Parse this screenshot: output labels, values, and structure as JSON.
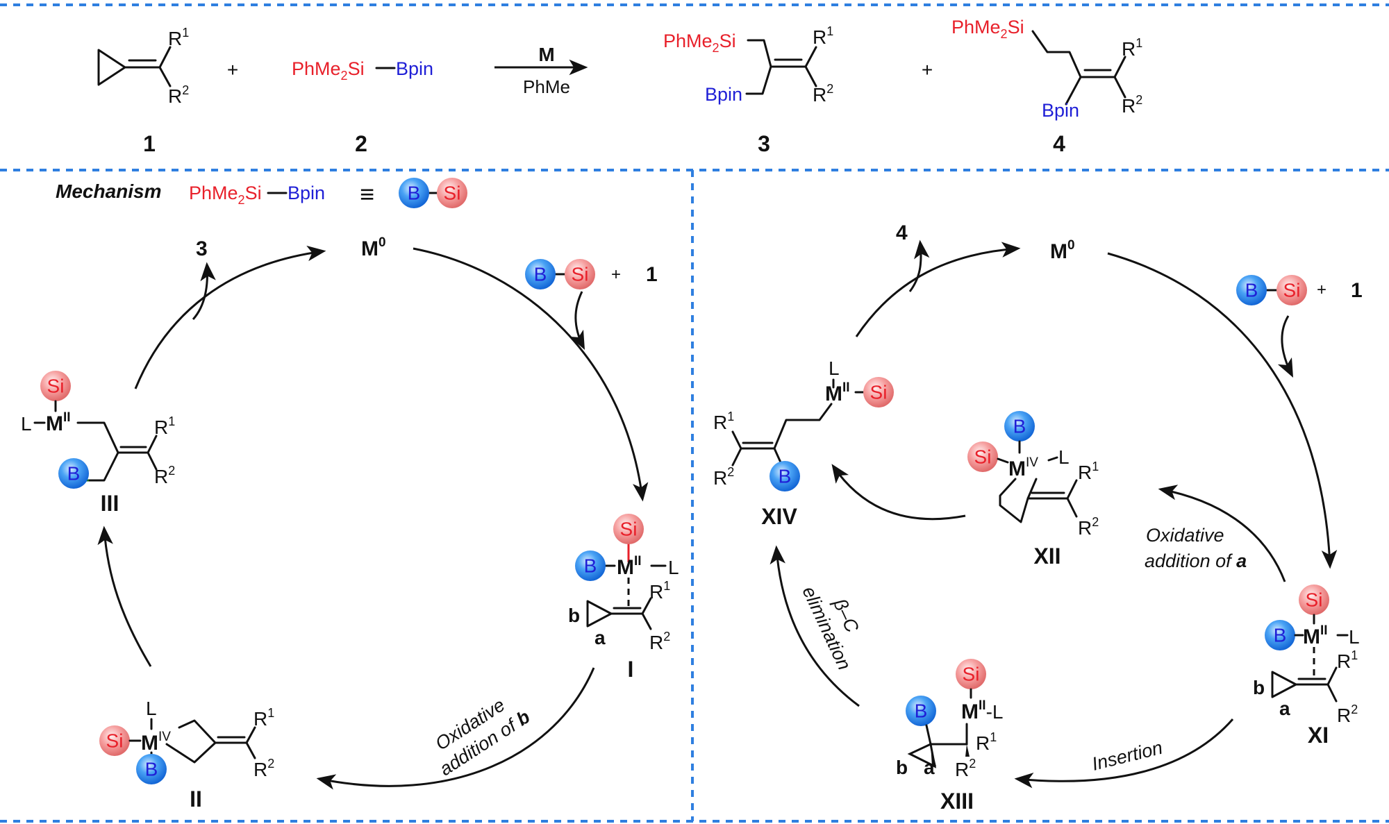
{
  "scheme": {
    "reactant_1": {
      "label": "1",
      "r1": "R",
      "r1_sup": "1",
      "r2": "R",
      "r2_sup": "2"
    },
    "plus_1": "+",
    "reagent_2": {
      "label": "2",
      "si_part": "PhMe",
      "si_sub": "2",
      "si_tail": "Si",
      "b_part": "Bpin"
    },
    "conditions": {
      "catalyst": "M",
      "solvent": "PhMe"
    },
    "product_3": {
      "label": "3",
      "si_part": "PhMe",
      "si_sub": "2",
      "si_tail": "Si",
      "b_part": "Bpin",
      "r1": "R",
      "r1_sup": "1",
      "r2": "R",
      "r2_sup": "2"
    },
    "plus_2": "+",
    "product_4": {
      "label": "4",
      "si_part": "PhMe",
      "si_sub": "2",
      "si_tail": "Si",
      "b_part": "Bpin",
      "r1": "R",
      "r1_sup": "1",
      "r2": "R",
      "r2_sup": "2"
    }
  },
  "legend": {
    "title": "Mechanism",
    "si_part": "PhMe",
    "si_sub": "2",
    "si_tail": "Si",
    "b_part": "Bpin",
    "equiv": "≡",
    "ball_b": "B",
    "ball_si": "Si"
  },
  "left_cycle": {
    "catalyst": {
      "m": "M",
      "sup": "0"
    },
    "product_out": "3",
    "reagent_in": {
      "ball_b": "B",
      "ball_si": "Si",
      "plus": "+",
      "substrate": "1"
    },
    "int_I": {
      "label": "I",
      "metal": "M",
      "ox": "II",
      "ligand": "L",
      "ball_b": "B",
      "ball_si": "Si",
      "bond_a": "a",
      "bond_b": "b",
      "r1": "R",
      "r1_sup": "1",
      "r2": "R",
      "r2_sup": "2"
    },
    "step_I_to_II": {
      "line1": "Oxidative",
      "line2": "addition of ",
      "bold": "b"
    },
    "int_II": {
      "label": "II",
      "metal": "M",
      "ox": "IV",
      "ligand": "L",
      "ball_b": "B",
      "ball_si": "Si",
      "r1": "R",
      "r1_sup": "1",
      "r2": "R",
      "r2_sup": "2"
    },
    "int_III": {
      "label": "III",
      "metal": "M",
      "ox": "II",
      "ligand": "L",
      "ball_b": "B",
      "ball_si": "Si",
      "r1": "R",
      "r1_sup": "1",
      "r2": "R",
      "r2_sup": "2"
    }
  },
  "right_cycle": {
    "catalyst": {
      "m": "M",
      "sup": "0"
    },
    "product_out": "4",
    "reagent_in": {
      "ball_b": "B",
      "ball_si": "Si",
      "plus": "+",
      "substrate": "1"
    },
    "int_XI": {
      "label": "XI",
      "metal": "M",
      "ox": "II",
      "ligand": "L",
      "ball_b": "B",
      "ball_si": "Si",
      "bond_a": "a",
      "bond_b": "b",
      "r1": "R",
      "r1_sup": "1",
      "r2": "R",
      "r2_sup": "2"
    },
    "step_XI_to_XII": {
      "line1": "Oxidative",
      "line2": "addition of ",
      "bold": "a"
    },
    "int_XII": {
      "label": "XII",
      "metal": "M",
      "ox": "IV",
      "ligand": "L",
      "ball_b": "B",
      "ball_si": "Si",
      "r1": "R",
      "r1_sup": "1",
      "r2": "R",
      "r2_sup": "2"
    },
    "step_XI_to_XIII": {
      "text": "Insertion"
    },
    "int_XIII": {
      "label": "XIII",
      "metal": "M",
      "ox": "II",
      "ligand": "L",
      "ball_b": "B",
      "ball_si": "Si",
      "bond_a": "a",
      "bond_b": "b",
      "r1": "R",
      "r1_sup": "1",
      "r2": "R",
      "r2_sup": "2"
    },
    "step_XIII_to_XIV": {
      "line1": "β–C",
      "line2": "elimination"
    },
    "int_XIV": {
      "label": "XIV",
      "metal": "M",
      "ox": "II",
      "ligand": "L",
      "ball_b": "B",
      "ball_si": "Si",
      "r1": "R",
      "r1_sup": "1",
      "r2": "R",
      "r2_sup": "2"
    }
  },
  "colors": {
    "silicon": "#e8202a",
    "boron": "#1f1fd6",
    "border": "#2f7fe0",
    "ball_b_fill": "#2b8ff0",
    "ball_si_fill": "#f08a8a"
  }
}
